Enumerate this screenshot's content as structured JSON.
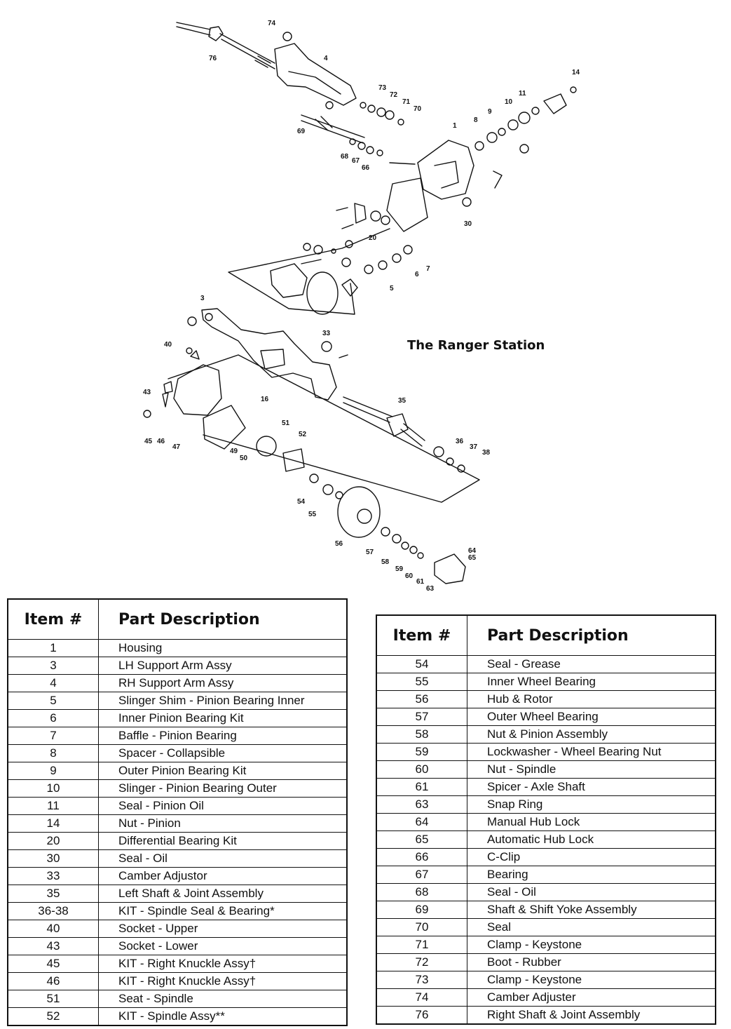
{
  "watermark": "The Ranger Station",
  "callouts": [
    "74",
    "76",
    "4",
    "73",
    "72",
    "71",
    "70",
    "69",
    "68",
    "67",
    "66",
    "14",
    "11",
    "10",
    "9",
    "8",
    "1",
    "30",
    "20",
    "7",
    "6",
    "5",
    "3",
    "33",
    "40",
    "43",
    "45",
    "46",
    "47",
    "16",
    "35",
    "36",
    "37",
    "38",
    "49",
    "50",
    "51",
    "52",
    "54",
    "55",
    "56",
    "57",
    "58",
    "59",
    "60",
    "61",
    "63",
    "64",
    "65"
  ],
  "tables": {
    "left": {
      "header_item": "Item #",
      "header_desc": "Part Description",
      "rows": [
        {
          "item": "1",
          "desc": "Housing"
        },
        {
          "item": "3",
          "desc": "LH Support Arm Assy"
        },
        {
          "item": "4",
          "desc": "RH Support Arm Assy"
        },
        {
          "item": "5",
          "desc": "Slinger Shim - Pinion Bearing Inner"
        },
        {
          "item": "6",
          "desc": "Inner Pinion Bearing Kit"
        },
        {
          "item": "7",
          "desc": "Baffle - Pinion Bearing"
        },
        {
          "item": "8",
          "desc": "Spacer - Collapsible"
        },
        {
          "item": "9",
          "desc": "Outer Pinion Bearing Kit"
        },
        {
          "item": "10",
          "desc": "Slinger - Pinion Bearing Outer"
        },
        {
          "item": "11",
          "desc": "Seal - Pinion Oil"
        },
        {
          "item": "14",
          "desc": "Nut - Pinion"
        },
        {
          "item": "20",
          "desc": "Differential Bearing Kit"
        },
        {
          "item": "30",
          "desc": "Seal - Oil"
        },
        {
          "item": "33",
          "desc": "Camber Adjustor"
        },
        {
          "item": "35",
          "desc": "Left Shaft & Joint Assembly"
        },
        {
          "item": "36-38",
          "desc": "KIT - Spindle Seal & Bearing*"
        },
        {
          "item": "40",
          "desc": "Socket - Upper"
        },
        {
          "item": "43",
          "desc": "Socket - Lower"
        },
        {
          "item": "45",
          "desc": "KIT - Right Knuckle Assy†"
        },
        {
          "item": "46",
          "desc": "KIT - Right Knuckle Assy†"
        },
        {
          "item": "51",
          "desc": "Seat - Spindle"
        },
        {
          "item": "52",
          "desc": "KIT - Spindle Assy**"
        }
      ]
    },
    "right": {
      "header_item": "Item #",
      "header_desc": "Part Description",
      "rows": [
        {
          "item": "54",
          "desc": "Seal - Grease"
        },
        {
          "item": "55",
          "desc": "Inner Wheel Bearing"
        },
        {
          "item": "56",
          "desc": "Hub & Rotor"
        },
        {
          "item": "57",
          "desc": "Outer Wheel Bearing"
        },
        {
          "item": "58",
          "desc": "Nut & Pinion Assembly"
        },
        {
          "item": "59",
          "desc": "Lockwasher - Wheel Bearing Nut"
        },
        {
          "item": "60",
          "desc": "Nut - Spindle"
        },
        {
          "item": "61",
          "desc": "Spicer - Axle Shaft"
        },
        {
          "item": "63",
          "desc": "Snap Ring"
        },
        {
          "item": "64",
          "desc": "Manual Hub Lock"
        },
        {
          "item": "65",
          "desc": "Automatic Hub Lock"
        },
        {
          "item": "66",
          "desc": "C-Clip"
        },
        {
          "item": "67",
          "desc": "Bearing"
        },
        {
          "item": "68",
          "desc": "Seal - Oil"
        },
        {
          "item": "69",
          "desc": "Shaft & Shift Yoke Assembly"
        },
        {
          "item": "70",
          "desc": "Seal"
        },
        {
          "item": "71",
          "desc": "Clamp - Keystone"
        },
        {
          "item": "72",
          "desc": "Boot - Rubber"
        },
        {
          "item": "73",
          "desc": "Clamp - Keystone"
        },
        {
          "item": "74",
          "desc": "Camber Adjuster"
        },
        {
          "item": "76",
          "desc": "Right Shaft & Joint Assembly"
        }
      ]
    }
  }
}
